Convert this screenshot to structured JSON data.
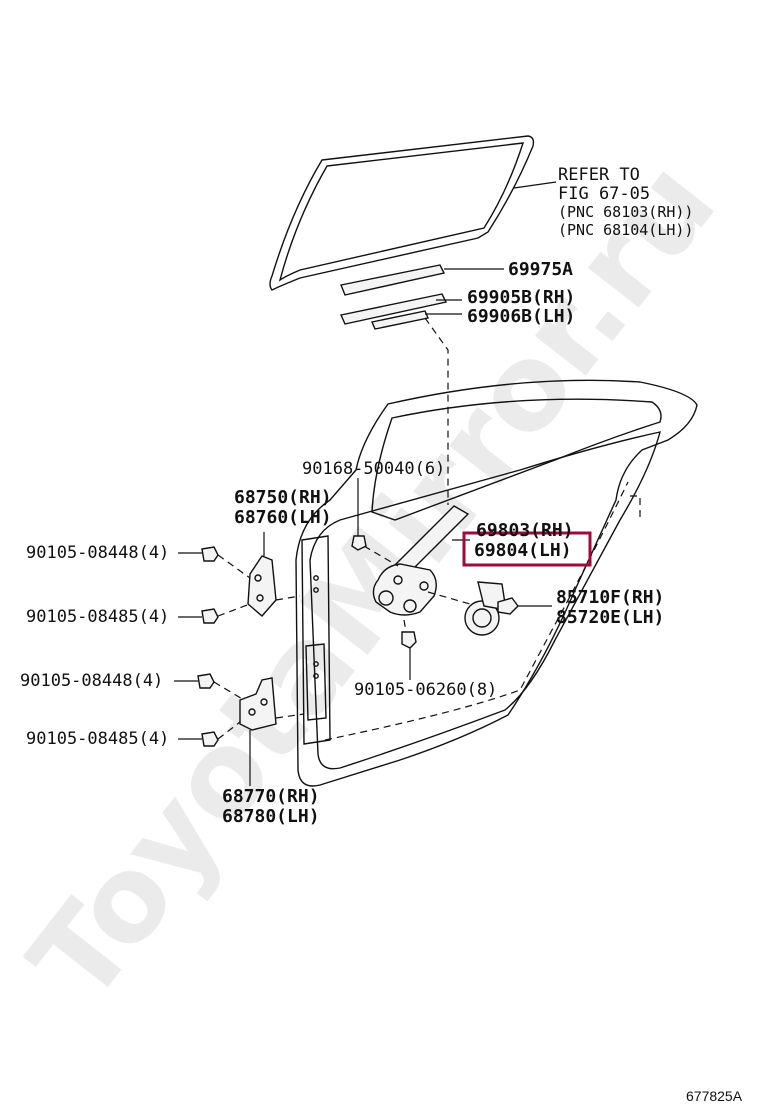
{
  "watermark": "ToyotaMirror.ru",
  "figure_code": "677825A",
  "highlight_color": "#9e0b3a",
  "labels": {
    "refer_1": "REFER TO",
    "refer_2": "FIG 67-05",
    "refer_3": "(PNC 68103(RH))",
    "refer_4": "(PNC 68104(LH))",
    "p69975a": "69975A",
    "p69905b": "69905B(RH)",
    "p69906b": "69906B(LH)",
    "p90168": "90168-50040(6)",
    "p68750": "68750(RH)",
    "p68760": "68760(LH)",
    "p69803": "69803(RH)",
    "p69804": "69804(LH)",
    "p85710f": "85710F(RH)",
    "p85720e": "85720E(LH)",
    "p90105_06260": "90105-06260(8)",
    "p90105_08448_a": "90105-08448(4)",
    "p90105_08485_a": "90105-08485(4)",
    "p90105_08448_b": "90105-08448(4)",
    "p90105_08485_b": "90105-08485(4)",
    "p68770": "68770(RH)",
    "p68780": "68780(LH)"
  }
}
